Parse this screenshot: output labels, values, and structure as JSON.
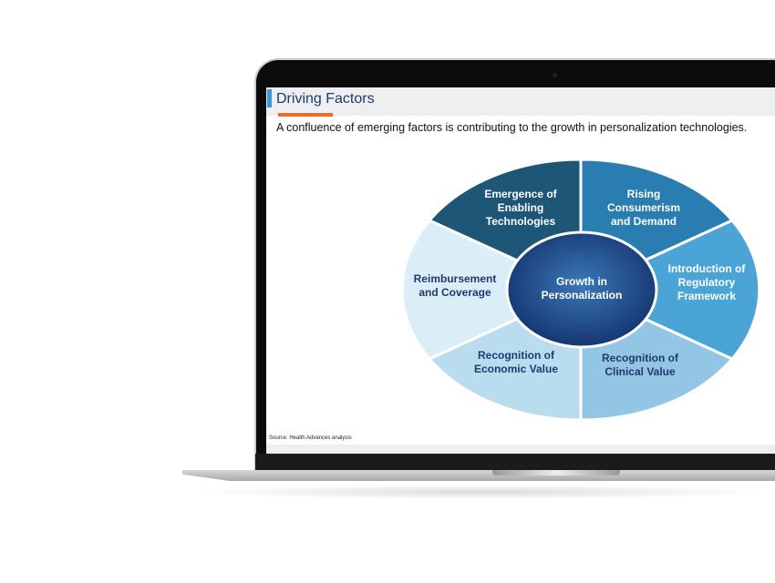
{
  "slide": {
    "title": "Driving Factors",
    "subtitle": "A confluence of emerging factors is contributing to the growth in personalization technologies.",
    "source": "Source:  Health Advances analysis"
  },
  "diagram": {
    "center": [
      "Growth in",
      "Personalization"
    ],
    "segments": [
      {
        "lines": [
          "Emergence of",
          "Enabling",
          "Technologies"
        ],
        "color": "#1d5676",
        "text_color": "#ffffff"
      },
      {
        "lines": [
          "Rising",
          "Consumerism",
          "and Demand"
        ],
        "color": "#2a7db0",
        "text_color": "#ffffff"
      },
      {
        "lines": [
          "Introduction of",
          "Regulatory",
          "Framework"
        ],
        "color": "#4aa5d6",
        "text_color": "#ffffff"
      },
      {
        "lines": [
          "Recognition of",
          "Clinical Value"
        ],
        "color": "#92c6e4",
        "text_color": "#1f3a6e"
      },
      {
        "lines": [
          "Recognition of",
          "Economic Value"
        ],
        "color": "#badcef",
        "text_color": "#1f3a6e"
      },
      {
        "lines": [
          "Reimbursement",
          "and Coverage"
        ],
        "color": "#dbeef8",
        "text_color": "#1f3a6e"
      }
    ]
  }
}
